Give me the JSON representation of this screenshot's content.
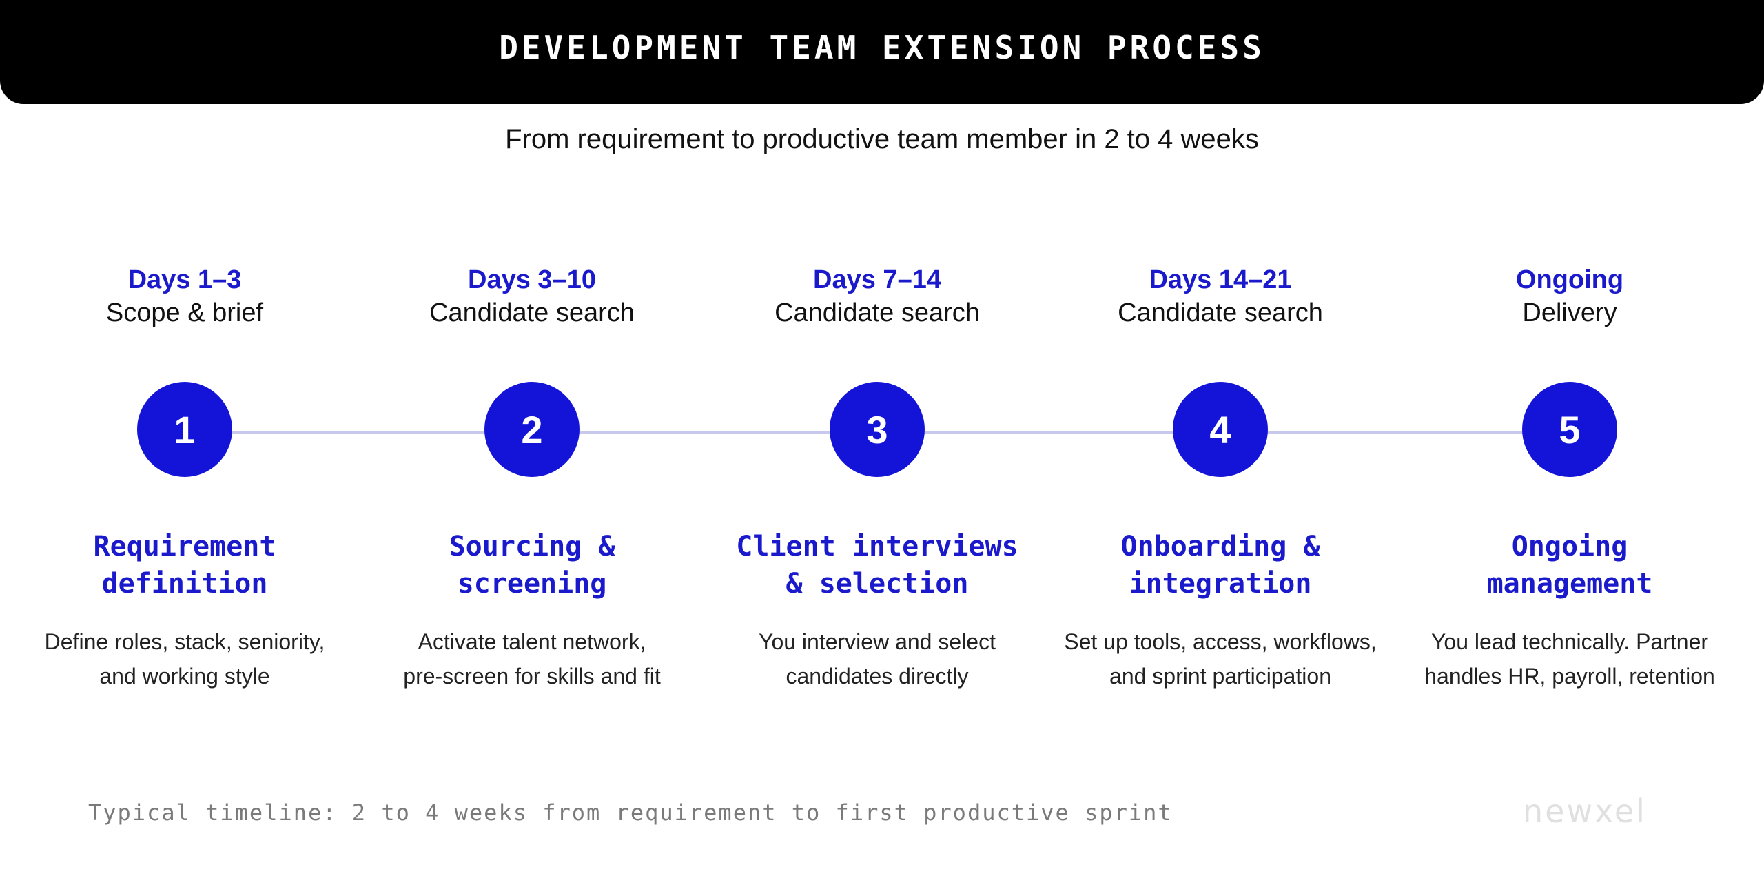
{
  "header": {
    "title": "DEVELOPMENT TEAM EXTENSION PROCESS"
  },
  "subtitle": "From requirement to productive team member in 2 to 4 weeks",
  "steps": [
    {
      "days": "Days 1–3",
      "phase": "Scope & brief",
      "number": "1",
      "title": "Requirement\ndefinition",
      "description": "Define roles, stack, seniority,\nand working style"
    },
    {
      "days": "Days 3–10",
      "phase": "Candidate search",
      "number": "2",
      "title": "Sourcing &\nscreening",
      "description": "Activate talent network,\npre-screen for skills and fit"
    },
    {
      "days": "Days 7–14",
      "phase": "Candidate search",
      "number": "3",
      "title": "Client interviews\n& selection",
      "description": "You interview and select\ncandidates directly"
    },
    {
      "days": "Days 14–21",
      "phase": "Candidate search",
      "number": "4",
      "title": "Onboarding &\nintegration",
      "description": "Set up tools, access, workflows,\nand sprint participation"
    },
    {
      "days": "Ongoing",
      "phase": "Delivery",
      "number": "5",
      "title": "Ongoing\nmanagement",
      "description": "You lead technically. Partner\nhandles HR, payroll, retention"
    }
  ],
  "footer": {
    "note": "Typical timeline: 2 to 4 weeks from requirement to first productive sprint"
  },
  "brand": {
    "logo": "newxel"
  },
  "colors": {
    "accent": "#1414d9",
    "connector": "#c8c8ef",
    "header_bg": "#000000"
  }
}
